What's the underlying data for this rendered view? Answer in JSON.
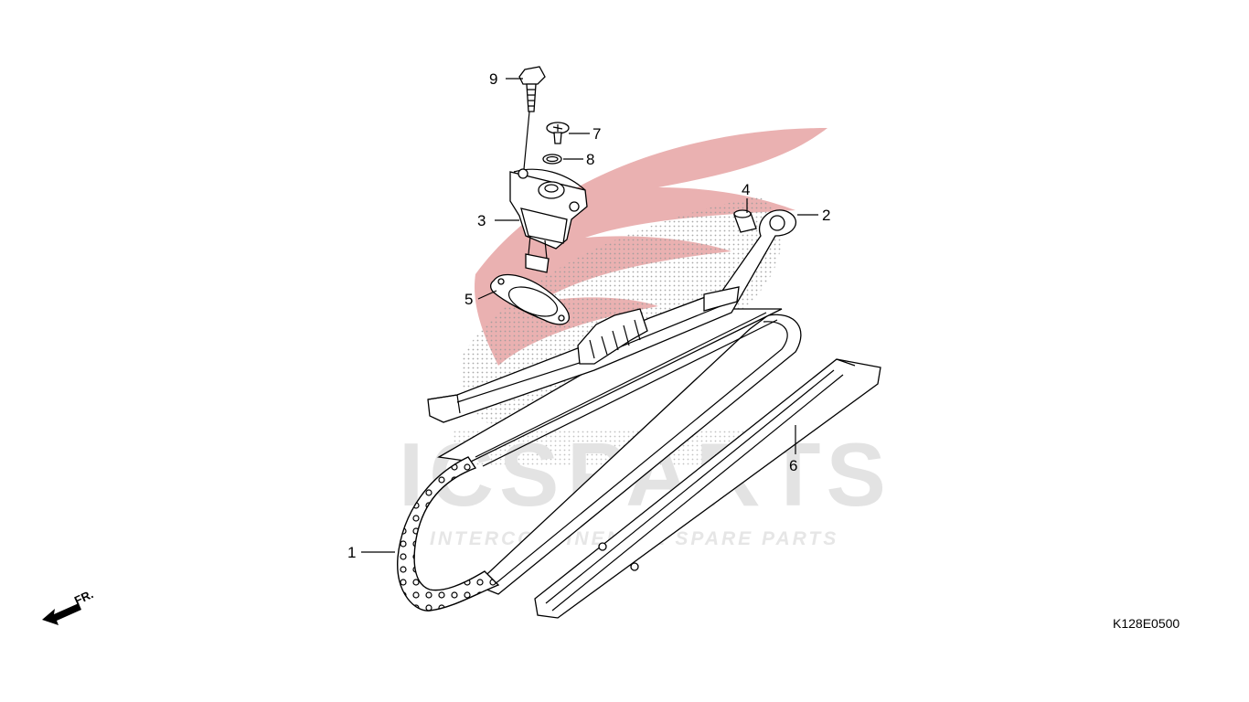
{
  "watermark": {
    "brand_prefix": "ICS",
    "brand_suffix": "PARTS",
    "tagline": "INTERCONTINENTAL SPARE PARTS",
    "accent_color": "#e8a8a8"
  },
  "diagram_code": "K128E0500",
  "direction_label": "FR.",
  "callouts": [
    {
      "number": "1",
      "part": "cam-chain"
    },
    {
      "number": "2",
      "part": "tensioner-arm"
    },
    {
      "number": "3",
      "part": "tensioner-lifter"
    },
    {
      "number": "4",
      "part": "collar"
    },
    {
      "number": "5",
      "part": "gasket"
    },
    {
      "number": "6",
      "part": "chain-guide"
    },
    {
      "number": "7",
      "part": "screw"
    },
    {
      "number": "8",
      "part": "o-ring"
    },
    {
      "number": "9",
      "part": "bolt"
    }
  ]
}
